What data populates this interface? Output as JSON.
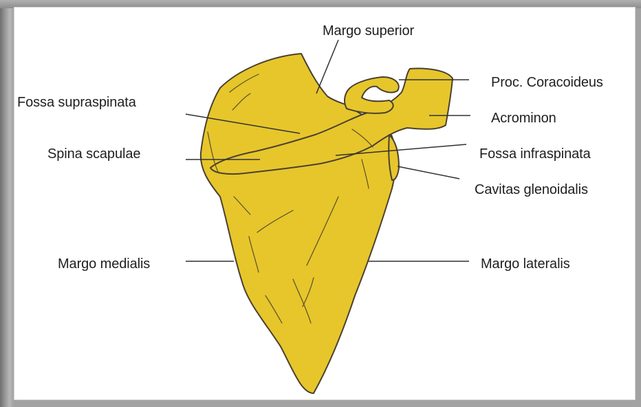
{
  "labels": {
    "margo_superior": "Margo superior",
    "proc_coracoideus": "Proc. Coracoideus",
    "fossa_supraspinata": "Fossa supraspinata",
    "acrominon": "Acrominon",
    "spina_scapulae": "Spina scapulae",
    "fossa_infraspinata": "Fossa infraspinata",
    "cavitas_glenoidalis": "Cavitas glenoidalis",
    "margo_medialis": "Margo medialis",
    "margo_lateralis": "Margo lateralis"
  },
  "colors": {
    "bone_fill": "#e6c62b",
    "bone_stroke": "#4a4030",
    "leader_line": "#303030",
    "label_text": "#1f1f1f",
    "frame": "#8f8f8f",
    "background": "#ffffff"
  }
}
